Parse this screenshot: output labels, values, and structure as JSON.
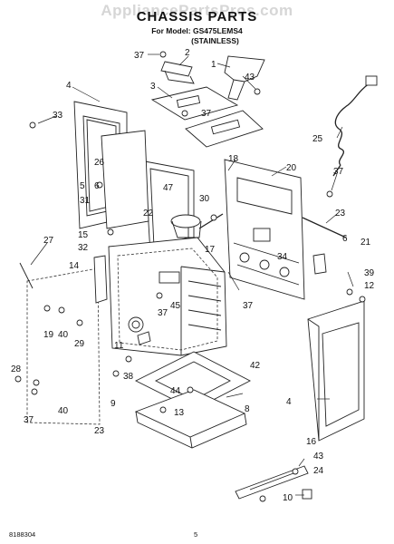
{
  "watermark": "AppliancePartsPros.com",
  "title": "CHASSIS PARTS",
  "model_line": "For Model: GS475LEMS4",
  "finish_line": "(STAINLESS)",
  "doc_number": "8188304",
  "page_number": "5",
  "callouts": [
    {
      "id": "c37a",
      "text": "37"
    },
    {
      "id": "c2",
      "text": "2"
    },
    {
      "id": "c1",
      "text": "1"
    },
    {
      "id": "c43a",
      "text": "43"
    },
    {
      "id": "c4a",
      "text": "4"
    },
    {
      "id": "c3",
      "text": "3"
    },
    {
      "id": "c37b",
      "text": "37"
    },
    {
      "id": "c33",
      "text": "33"
    },
    {
      "id": "c25",
      "text": "25"
    },
    {
      "id": "c26",
      "text": "26"
    },
    {
      "id": "c18",
      "text": "18"
    },
    {
      "id": "c20",
      "text": "20"
    },
    {
      "id": "c37c",
      "text": "37"
    },
    {
      "id": "c5",
      "text": "5"
    },
    {
      "id": "c6a",
      "text": "6"
    },
    {
      "id": "c31",
      "text": "31"
    },
    {
      "id": "c47",
      "text": "47"
    },
    {
      "id": "c30",
      "text": "30"
    },
    {
      "id": "c22",
      "text": "22"
    },
    {
      "id": "c23a",
      "text": "23"
    },
    {
      "id": "c15",
      "text": "15"
    },
    {
      "id": "c32",
      "text": "32"
    },
    {
      "id": "c17",
      "text": "17"
    },
    {
      "id": "c6b",
      "text": "6"
    },
    {
      "id": "c21",
      "text": "21"
    },
    {
      "id": "c27",
      "text": "27"
    },
    {
      "id": "c34",
      "text": "34"
    },
    {
      "id": "c14",
      "text": "14"
    },
    {
      "id": "c37d",
      "text": "37"
    },
    {
      "id": "c39",
      "text": "39"
    },
    {
      "id": "c12",
      "text": "12"
    },
    {
      "id": "c37e",
      "text": "37"
    },
    {
      "id": "c45",
      "text": "45"
    },
    {
      "id": "c19",
      "text": "19"
    },
    {
      "id": "c40a",
      "text": "40"
    },
    {
      "id": "c29",
      "text": "29"
    },
    {
      "id": "c11",
      "text": "11"
    },
    {
      "id": "c42",
      "text": "42"
    },
    {
      "id": "c28",
      "text": "28"
    },
    {
      "id": "c38",
      "text": "38"
    },
    {
      "id": "c44",
      "text": "44"
    },
    {
      "id": "c9",
      "text": "9"
    },
    {
      "id": "c37f",
      "text": "37"
    },
    {
      "id": "c40b",
      "text": "40"
    },
    {
      "id": "c13",
      "text": "13"
    },
    {
      "id": "c8",
      "text": "8"
    },
    {
      "id": "c23b",
      "text": "23"
    },
    {
      "id": "c4b",
      "text": "4"
    },
    {
      "id": "c16",
      "text": "16"
    },
    {
      "id": "c43b",
      "text": "43"
    },
    {
      "id": "c24",
      "text": "24"
    },
    {
      "id": "c10",
      "text": "10"
    }
  ]
}
